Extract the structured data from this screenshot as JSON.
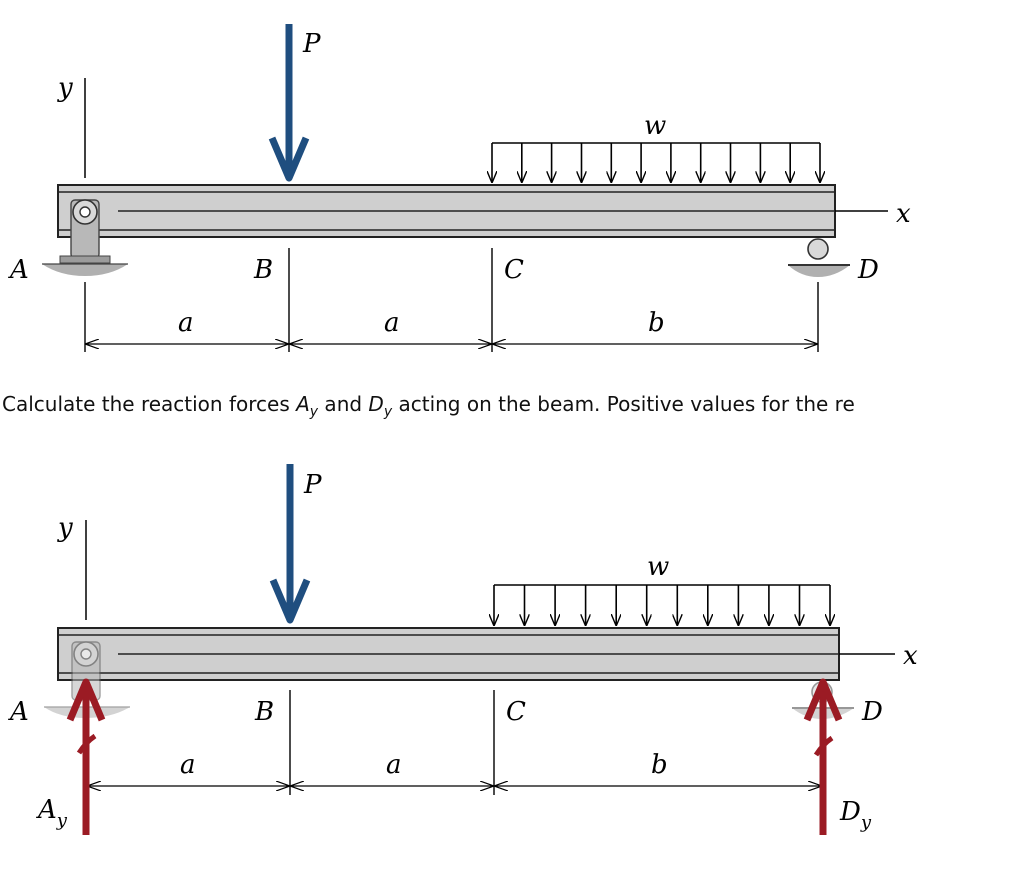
{
  "labels": {
    "P": "P",
    "w": "w",
    "x": "x",
    "y": "y",
    "A": "A",
    "B": "B",
    "C": "C",
    "D": "D",
    "a": "a",
    "b": "b",
    "Ay_main": "A",
    "Ay_sub": "y",
    "Dy_main": "D",
    "Dy_sub": "y"
  },
  "prompt": {
    "part1": "Calculate the reaction forces ",
    "A": "A",
    "A_sub": "y",
    "part2": " and ",
    "D": "D",
    "D_sub": "y",
    "part3": " acting on the beam. Positive values for the re"
  },
  "colors": {
    "load_arrow": "#1f4e7f",
    "reaction_arrow": "#9b1b24",
    "beam_fill": "#cfcfcf",
    "support_fill": "#b8b8b8"
  }
}
